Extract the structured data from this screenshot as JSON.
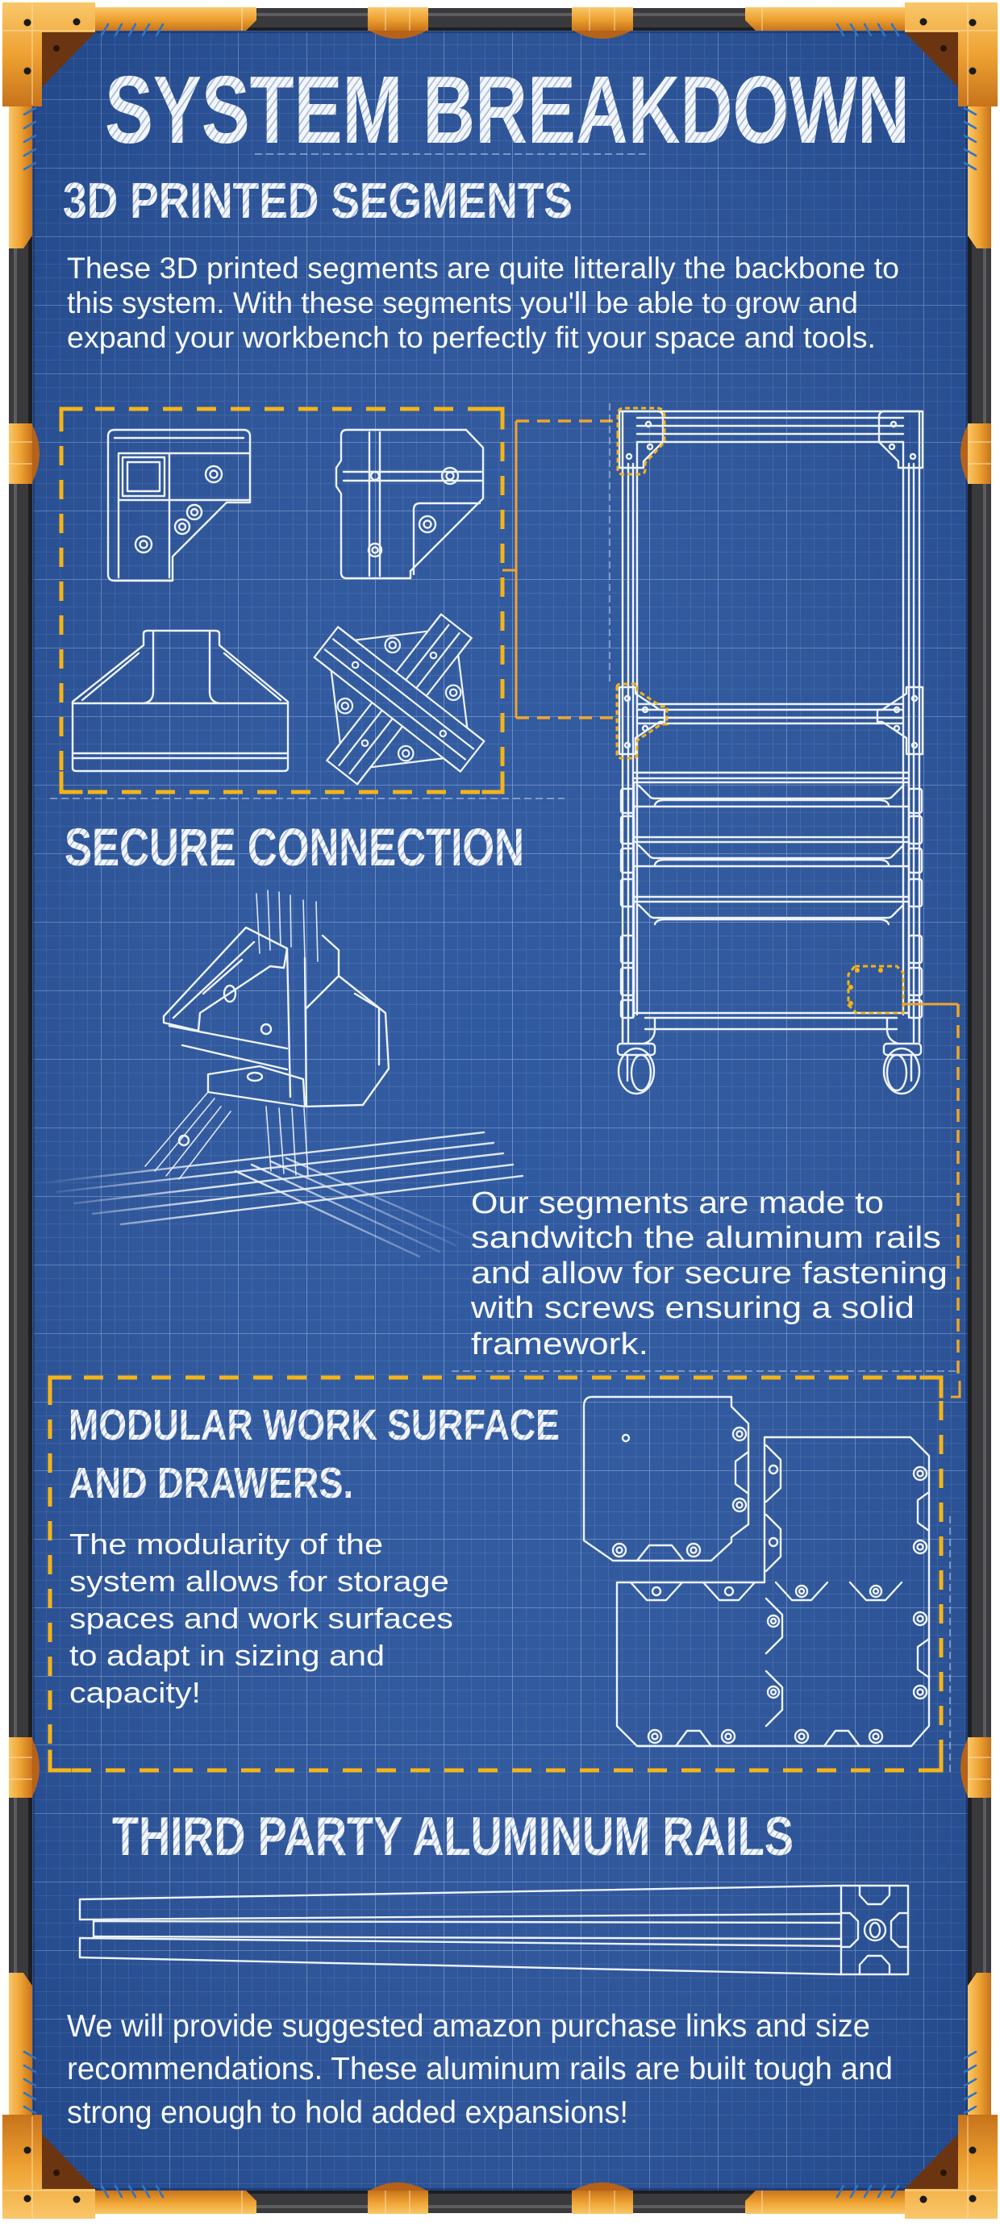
{
  "title": "SYSTEM BREAKDOWN",
  "sections": {
    "segments": {
      "heading": "3D PRINTED SEGMENTS",
      "body": [
        "These 3D printed segments are quite litterally the backbone to",
        "this system. With these segments you'll be able to grow and",
        "expand your workbench to perfectly fit your space and tools."
      ]
    },
    "secure": {
      "heading": "SECURE CONNECTION",
      "body": [
        "Our segments are made to",
        "sandwitch the aluminum rails",
        "and allow for secure fastening",
        "with screws ensuring a solid",
        "framework."
      ]
    },
    "modular": {
      "heading": [
        "MODULAR WORK SURFACE",
        "AND DRAWERS."
      ],
      "body": [
        "The modularity of the",
        "system allows for storage",
        "spaces and work surfaces",
        "to adapt in sizing and",
        "capacity!"
      ]
    },
    "rails": {
      "heading": "THIRD PARTY ALUMINUM RAILS",
      "body": [
        "We will provide suggested amazon purchase links and size",
        "recommendations. These aluminum rails are built tough and",
        "strong enough to hold added expansions!"
      ]
    }
  },
  "illustrations": [
    "printed-corner-segments",
    "workbench-cart-frame",
    "bracket-rail-joint",
    "modular-surface-plates",
    "aluminum-extrusion-rail"
  ],
  "colors": {
    "blueprint": "#24509b",
    "accent_yellow": "#f4b419",
    "connector_orange": "#f0a52a",
    "frame_dark": "#3a3a3c",
    "line_white": "#eef3fb",
    "text_white": "#f8faff"
  }
}
